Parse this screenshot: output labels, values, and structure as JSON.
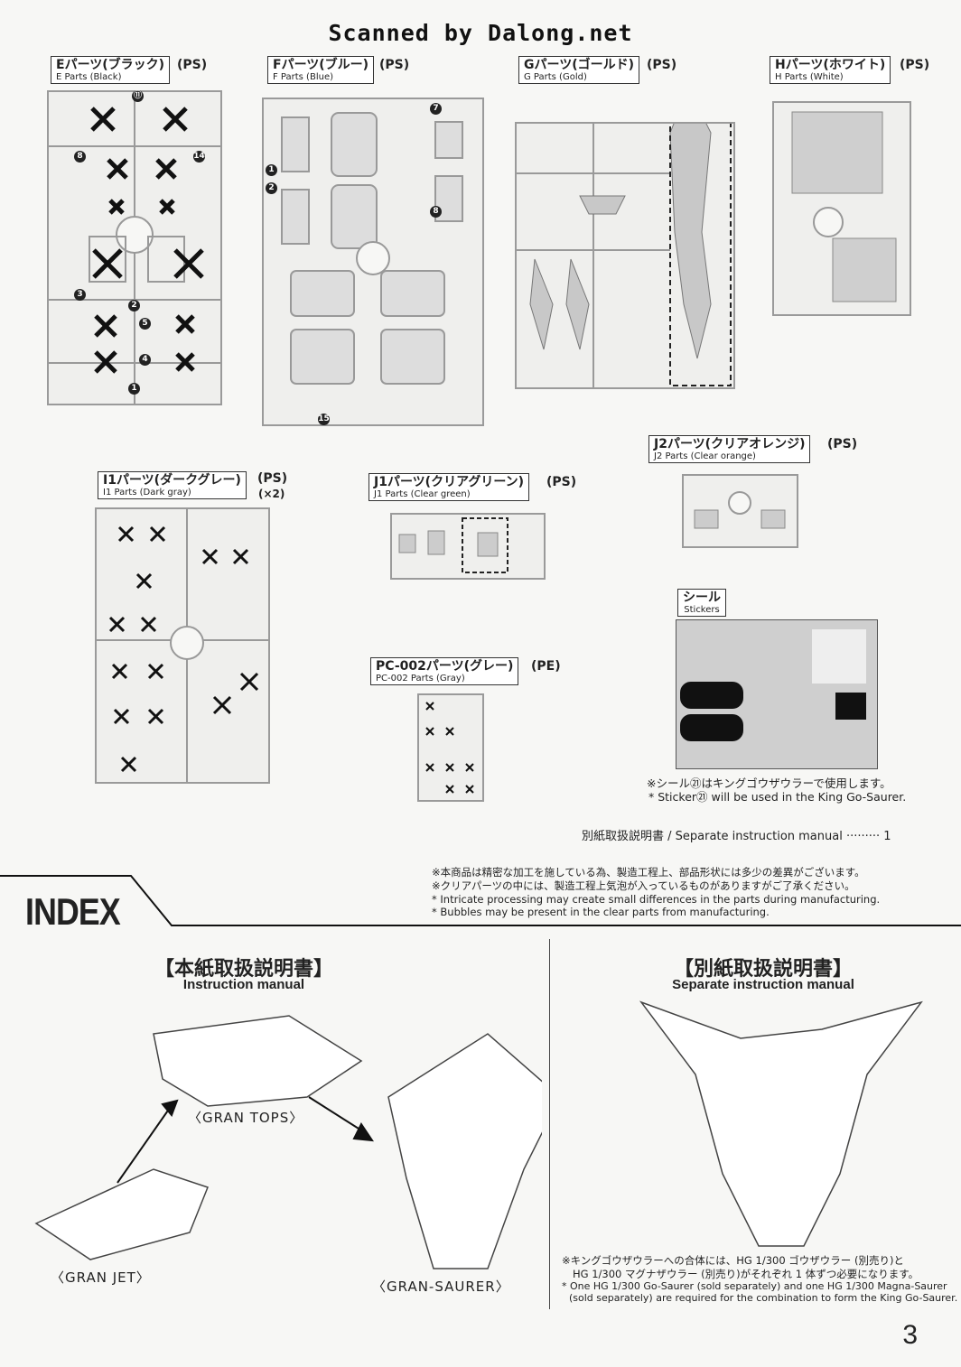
{
  "header": {
    "scanner_credit": "Scanned by Dalong.net"
  },
  "parts": {
    "E": {
      "jp": "Eパーツ(ブラック)",
      "en": "E Parts (Black)",
      "ps": "(PS)"
    },
    "F": {
      "jp": "Fパーツ(ブルー)",
      "en": "F Parts (Blue)",
      "ps": "(PS)"
    },
    "G": {
      "jp": "Gパーツ(ゴールド)",
      "en": "G Parts (Gold)",
      "ps": "(PS)"
    },
    "H": {
      "jp": "Hパーツ(ホワイト)",
      "en": "H Parts (White)",
      "ps": "(PS)"
    },
    "J2": {
      "jp": "J2パーツ(クリアオレンジ)",
      "en": "J2 Parts (Clear orange)",
      "ps": "(PS)"
    },
    "I1": {
      "jp": "I1パーツ(ダークグレー)",
      "en": "I1  Parts (Dark gray)",
      "ps": "(PS)",
      "qty": "(×2)"
    },
    "J1": {
      "jp": "J1パーツ(クリアグリーン)",
      "en": "J1 Parts (Clear green)",
      "ps": "(PS)"
    },
    "PC": {
      "jp": "PC-002パーツ(グレー)",
      "en": "PC-002 Parts (Gray)",
      "ps": "(PE)"
    }
  },
  "stickers": {
    "jp": "シール",
    "en": "Stickers",
    "note_jp": "※シール㉑はキングゴウザウラーで使用します。",
    "note_en": "* Sticker㉑ will be used in the King Go-Saurer."
  },
  "separate_manual_line": "別紙取扱説明書 / Separate instruction manual ········· 1",
  "manufacturing_notes": [
    "※本商品は精密な加工を施している為、製造工程上、部品形状には多少の差異がございます。",
    "※クリアパーツの中には、製造工程上気泡が入っているものがありますがご了承ください。",
    "* Intricate processing may create small differences in the parts during manufacturing.",
    "* Bubbles may be present in the clear parts from manufacturing."
  ],
  "index": {
    "title": "INDEX",
    "left": {
      "jp": "【本紙取扱説明書】",
      "en": "Instruction manual"
    },
    "right": {
      "jp": "【別紙取扱説明書】",
      "en": "Separate instruction manual"
    },
    "labels": {
      "gran_tops": "〈GRAN TOPS〉",
      "gran_jet": "〈GRAN JET〉",
      "gran_saurer": "〈GRAN-SAURER〉"
    },
    "combo_notes": [
      "※キングゴウザウラーへの合体には、HG 1/300 ゴウザウラー (別売り)と",
      "HG 1/300 マグナザウラー (別売り)がそれぞれ 1 体ずつ必要になります。",
      "* One HG 1/300 Go-Saurer (sold separately) and one HG 1/300 Magna-Saurer",
      "(sold separately) are required for the combination to form the King Go-Saurer."
    ]
  },
  "page_number": "3"
}
